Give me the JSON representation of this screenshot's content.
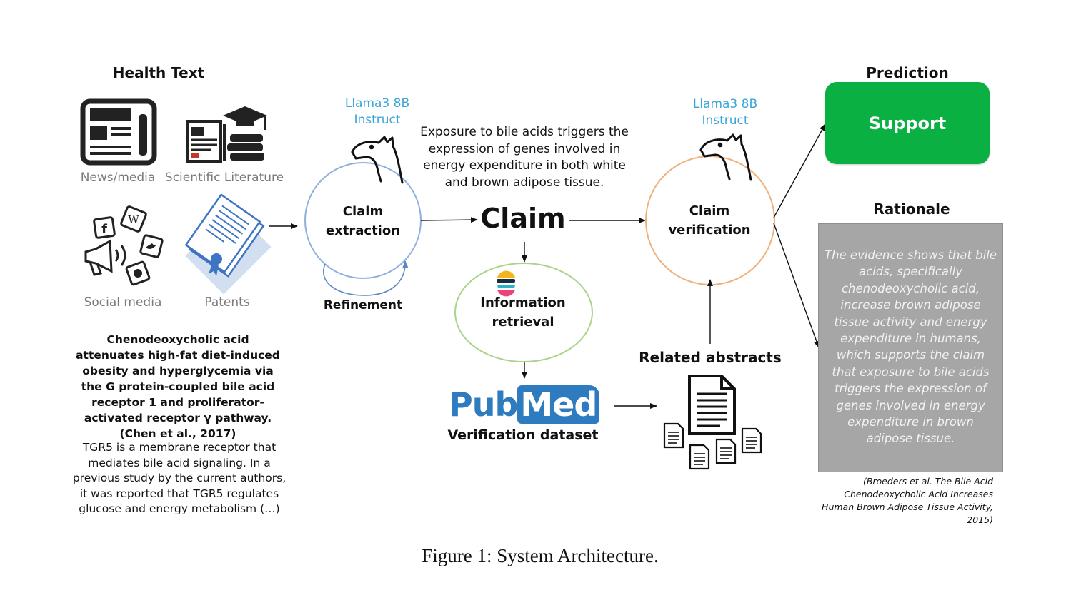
{
  "health_text": {
    "title": "Health Text",
    "sources": [
      {
        "label": "News/media",
        "icon": "newspaper-icon"
      },
      {
        "label": "Scientific Literature",
        "icon": "books-graduation-icon"
      },
      {
        "label": "Social media",
        "icon": "social-media-icon"
      },
      {
        "label": "Patents",
        "icon": "patent-document-icon"
      }
    ],
    "example_title": "Chenodeoxycholic acid attenuates high-fat diet-induced obesity and hyperglycemia via the G protein-coupled bile acid receptor 1 and proliferator-activated receptor γ pathway. (Chen et al., 2017)",
    "example_body": "TGR5 is a membrane receptor that mediates bile acid signaling. In a previous study by the current authors, it was reported that TGR5 regulates glucose and energy metabolism (…)"
  },
  "extraction": {
    "model_line1": "Llama3 8B",
    "model_line2": "Instruct",
    "node_line1": "Claim",
    "node_line2": "extraction",
    "loop_label": "Refinement"
  },
  "claim": {
    "text": "Exposure to bile acids triggers the expression of genes involved in energy expenditure in both white and brown adipose tissue.",
    "label": "Claim"
  },
  "retrieval": {
    "node_line1": "Information",
    "node_line2": "retrieval",
    "icon": "elasticsearch-icon",
    "pubmed_pub": "Pub",
    "pubmed_med": "Med",
    "dataset_label": "Verification dataset"
  },
  "verification": {
    "model_line1": "Llama3 8B",
    "model_line2": "Instruct",
    "node_line1": "Claim",
    "node_line2": "verification",
    "related_label": "Related abstracts"
  },
  "output": {
    "prediction_title": "Prediction",
    "prediction_value": "Support",
    "rationale_title": "Rationale",
    "rationale_text": "The evidence shows that bile acids, specifically chenodeoxycholic acid, increase brown adipose tissue activity and energy expenditure in humans, which supports the claim that exposure to bile acids triggers the expression of genes involved in energy expenditure in brown adipose tissue.",
    "citation": "(Broeders et al. The Bile Acid Chenodeoxycholic Acid Increases Human Brown Adipose Tissue Activity, 2015)"
  },
  "caption": "Figure 1: System Architecture.",
  "colors": {
    "extraction_circle": "#8fb0dd",
    "retrieval_circle": "#a9d48a",
    "verification_circle": "#f0b07a",
    "llama_label": "#3aa6d8",
    "support_box": "#0bb043",
    "rationale_box": "#a6a6a6",
    "pubmed_blue": "#2f7bbf"
  }
}
